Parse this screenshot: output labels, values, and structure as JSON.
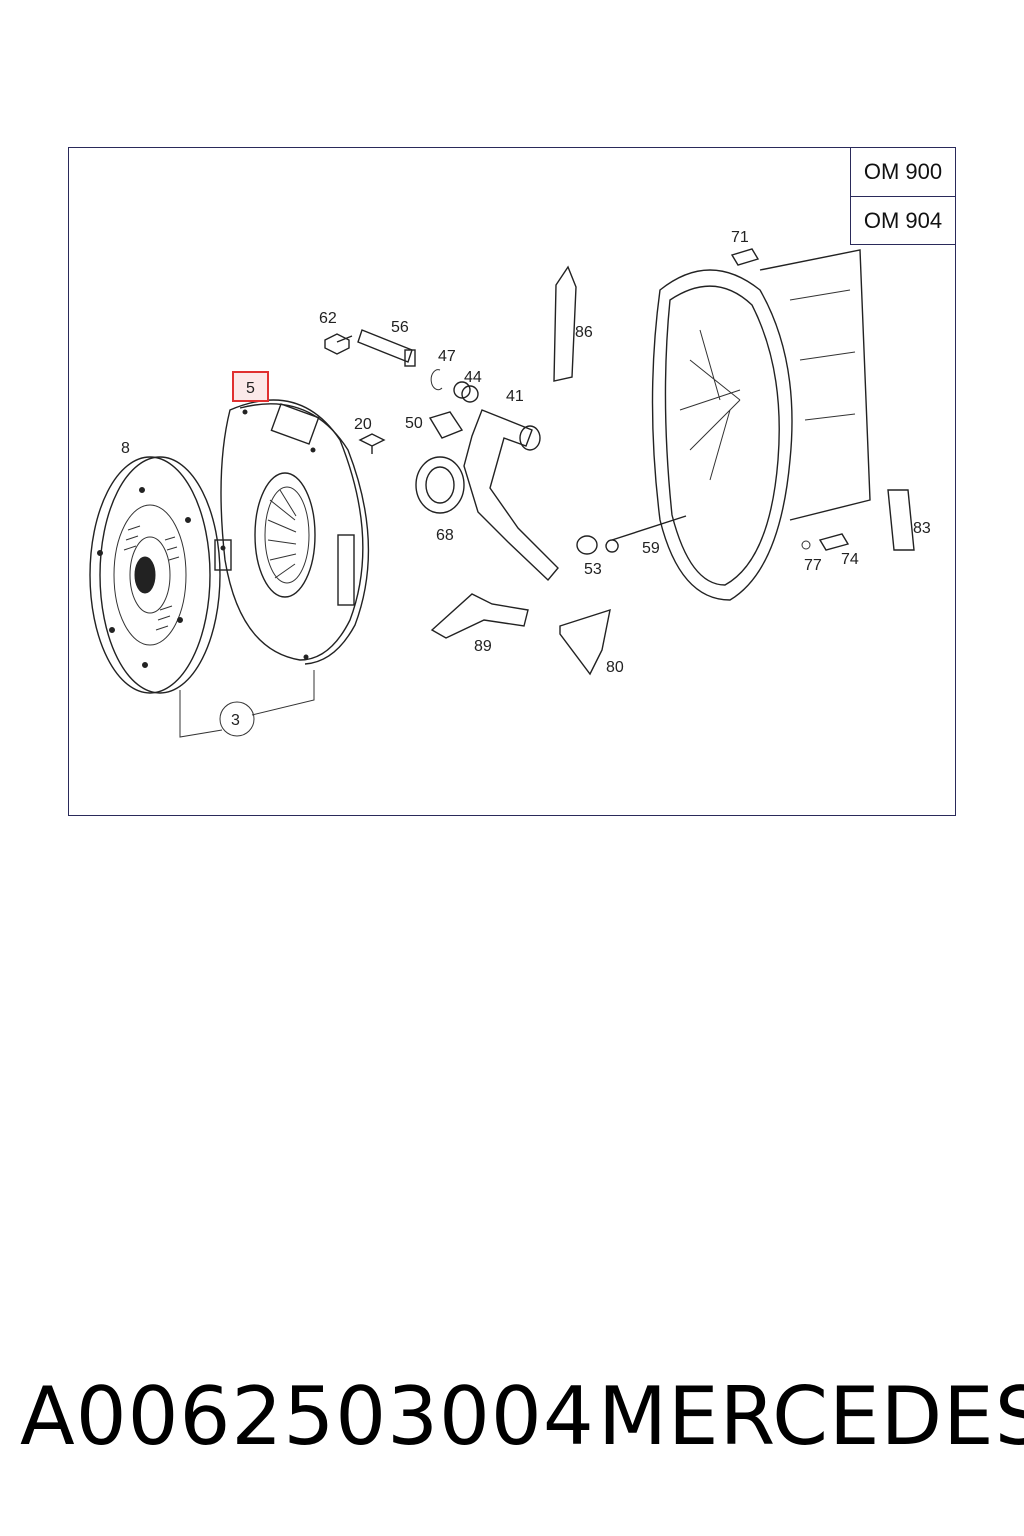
{
  "variants": [
    "OM 900",
    "OM 904"
  ],
  "callouts": {
    "c3": "3",
    "c5": "5",
    "c8": "8",
    "c20": "20",
    "c41": "41",
    "c44": "44",
    "c47": "47",
    "c50": "50",
    "c53": "53",
    "c56": "56",
    "c59": "59",
    "c62": "62",
    "c68": "68",
    "c71": "71",
    "c74": "74",
    "c77": "77",
    "c80": "80",
    "c83": "83",
    "c86": "86",
    "c89": "89"
  },
  "highlight_callout": "5",
  "highlight_color": "#e03030",
  "footer": {
    "part_number": "A0062503004",
    "brand": "MERCEDES"
  }
}
